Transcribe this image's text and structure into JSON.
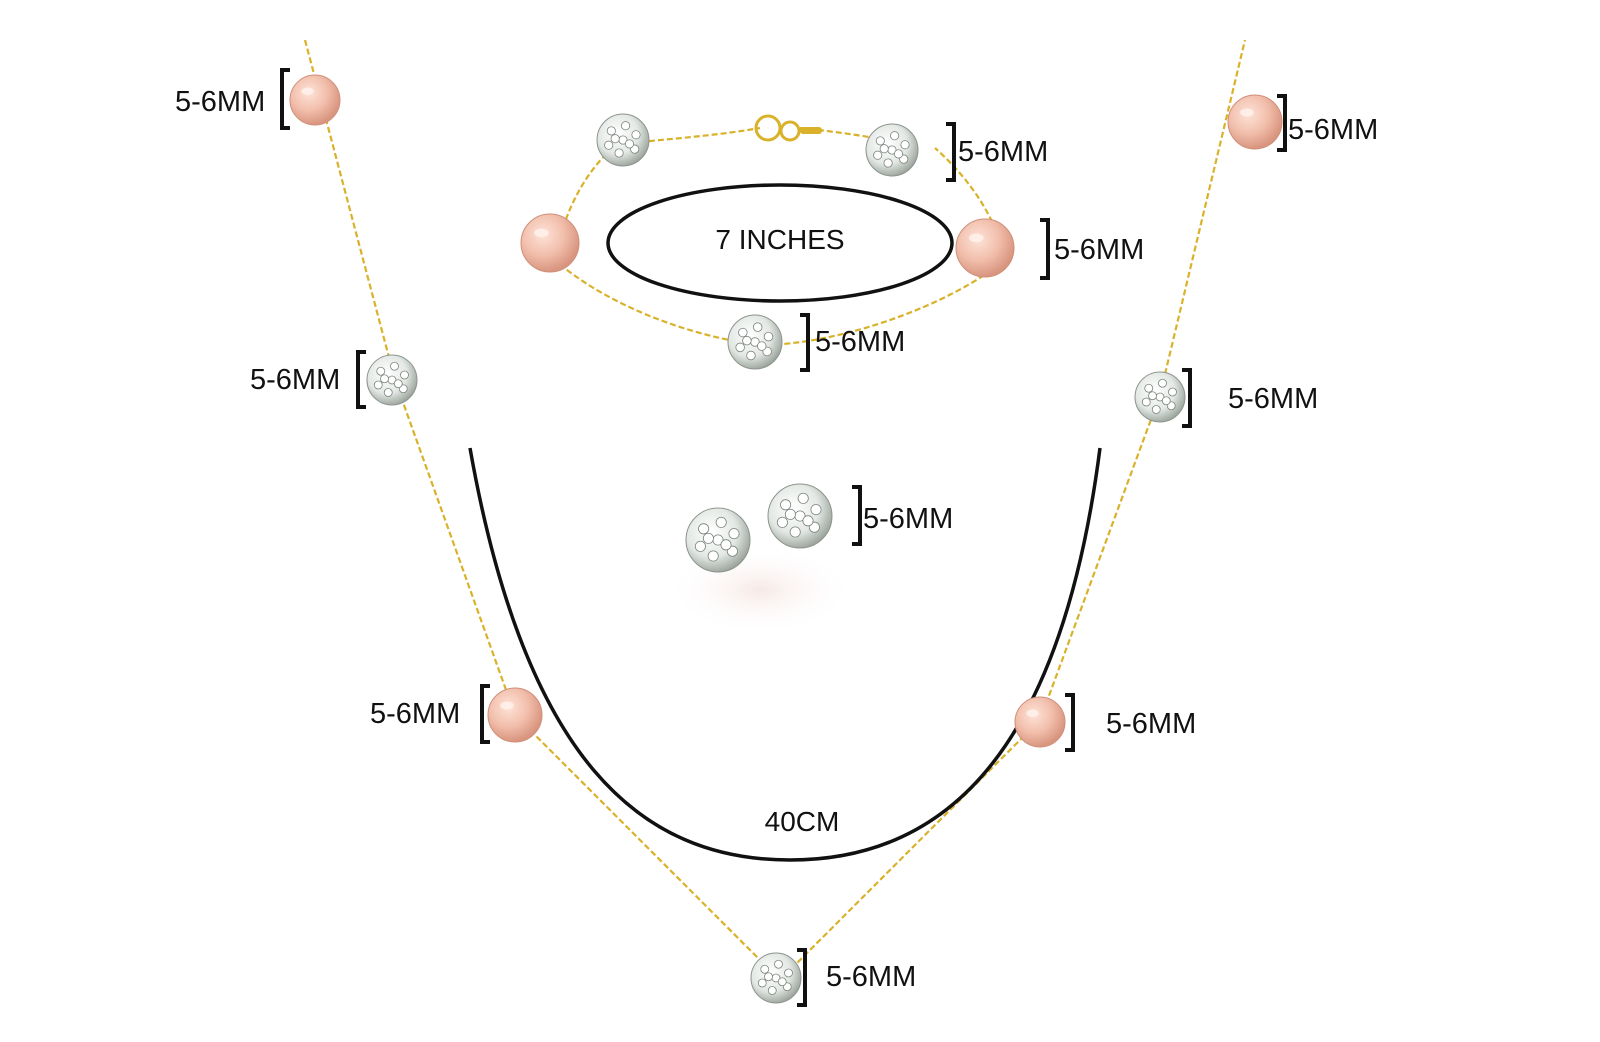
{
  "title": "",
  "colors": {
    "chain": "#d9b22a",
    "pearl": "#f2bfac",
    "pearl_shadow": "#d8957f",
    "crystal": "#e9eeea",
    "crystal_shadow": "#9aa39b",
    "ink": "#111111"
  },
  "bracelet": {
    "length_label": "7 INCHES"
  },
  "necklace": {
    "length_label": "40CM"
  },
  "measurements": {
    "necklace_left_pearl_top": "5-6MM",
    "necklace_left_crystal": "5-6MM",
    "necklace_left_pearl_bottom": "5-6MM",
    "necklace_right_pearl_top": "5-6MM",
    "necklace_right_crystal": "5-6MM",
    "necklace_right_pearl_bottom": "5-6MM",
    "necklace_bottom_crystal": "5-6MM",
    "bracelet_crystal_top": "5-6MM",
    "bracelet_pearl_right": "5-6MM",
    "bracelet_crystal_bottom": "5-6MM",
    "earrings": "5-6MM"
  }
}
